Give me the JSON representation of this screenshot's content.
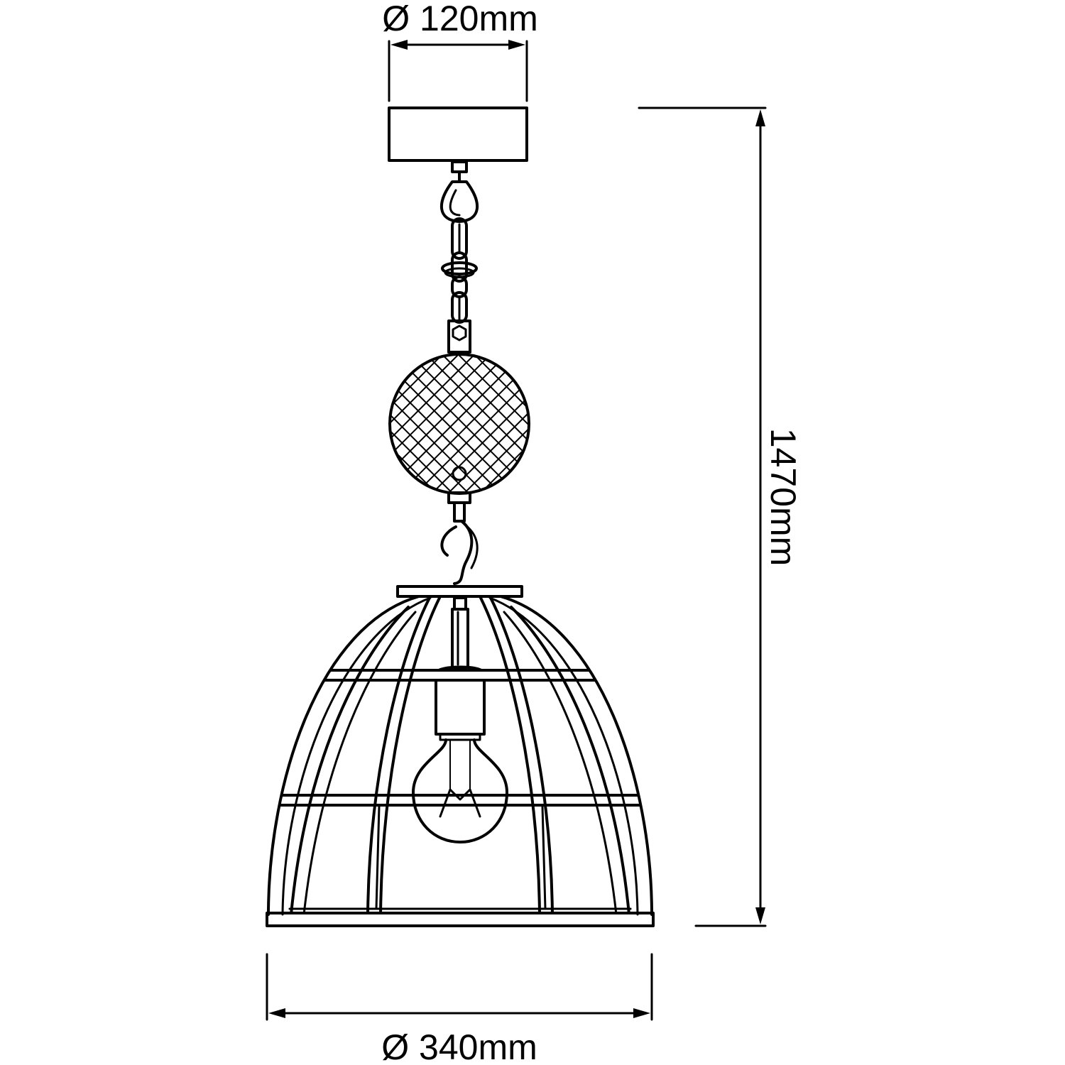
{
  "dimensions": {
    "canopy_diameter": "Ø 120mm",
    "total_height": "1470mm",
    "shade_diameter": "Ø 340mm"
  },
  "colors": {
    "line": "#000000",
    "background": "#ffffff"
  }
}
